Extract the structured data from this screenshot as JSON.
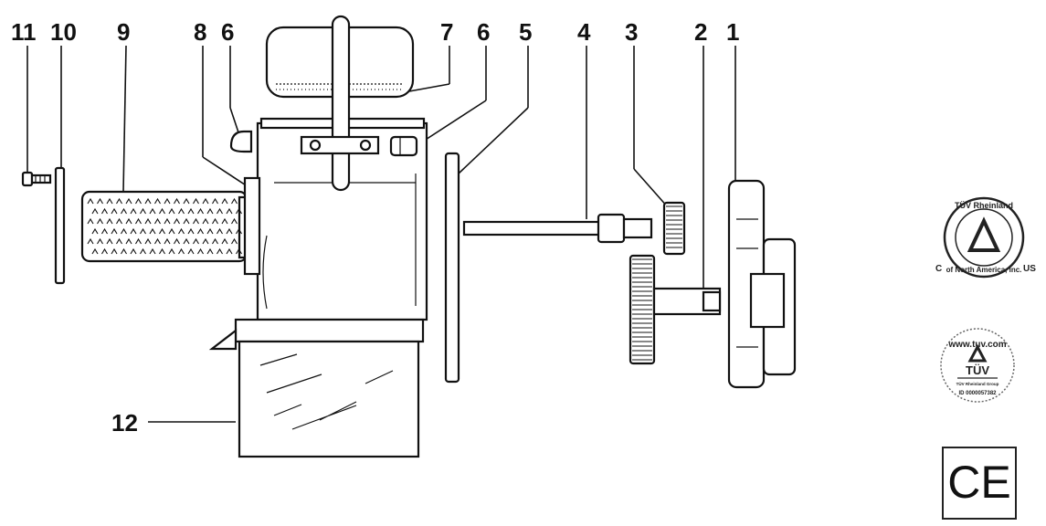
{
  "callouts": [
    {
      "id": "n11",
      "text": "11"
    },
    {
      "id": "n10",
      "text": "10"
    },
    {
      "id": "n9",
      "text": "9"
    },
    {
      "id": "n8",
      "text": "8"
    },
    {
      "id": "n6a",
      "text": "6"
    },
    {
      "id": "n7",
      "text": "7"
    },
    {
      "id": "n6b",
      "text": "6"
    },
    {
      "id": "n5",
      "text": "5"
    },
    {
      "id": "n4",
      "text": "4"
    },
    {
      "id": "n3",
      "text": "3"
    },
    {
      "id": "n2",
      "text": "2"
    },
    {
      "id": "n1",
      "text": "1"
    },
    {
      "id": "n12",
      "text": "12"
    }
  ],
  "certifications": {
    "tuv_rheinland": {
      "top": "TÜV Rheinland",
      "bottom": "of North America, Inc.",
      "left": "C",
      "right": "US"
    },
    "tuv_com": {
      "top": "www.tuv.com",
      "mark": "TÜV",
      "sub": "TÜV Rheinland Group",
      "bottom": "ID 0000057382"
    },
    "ce": {
      "mark": "CE"
    }
  }
}
